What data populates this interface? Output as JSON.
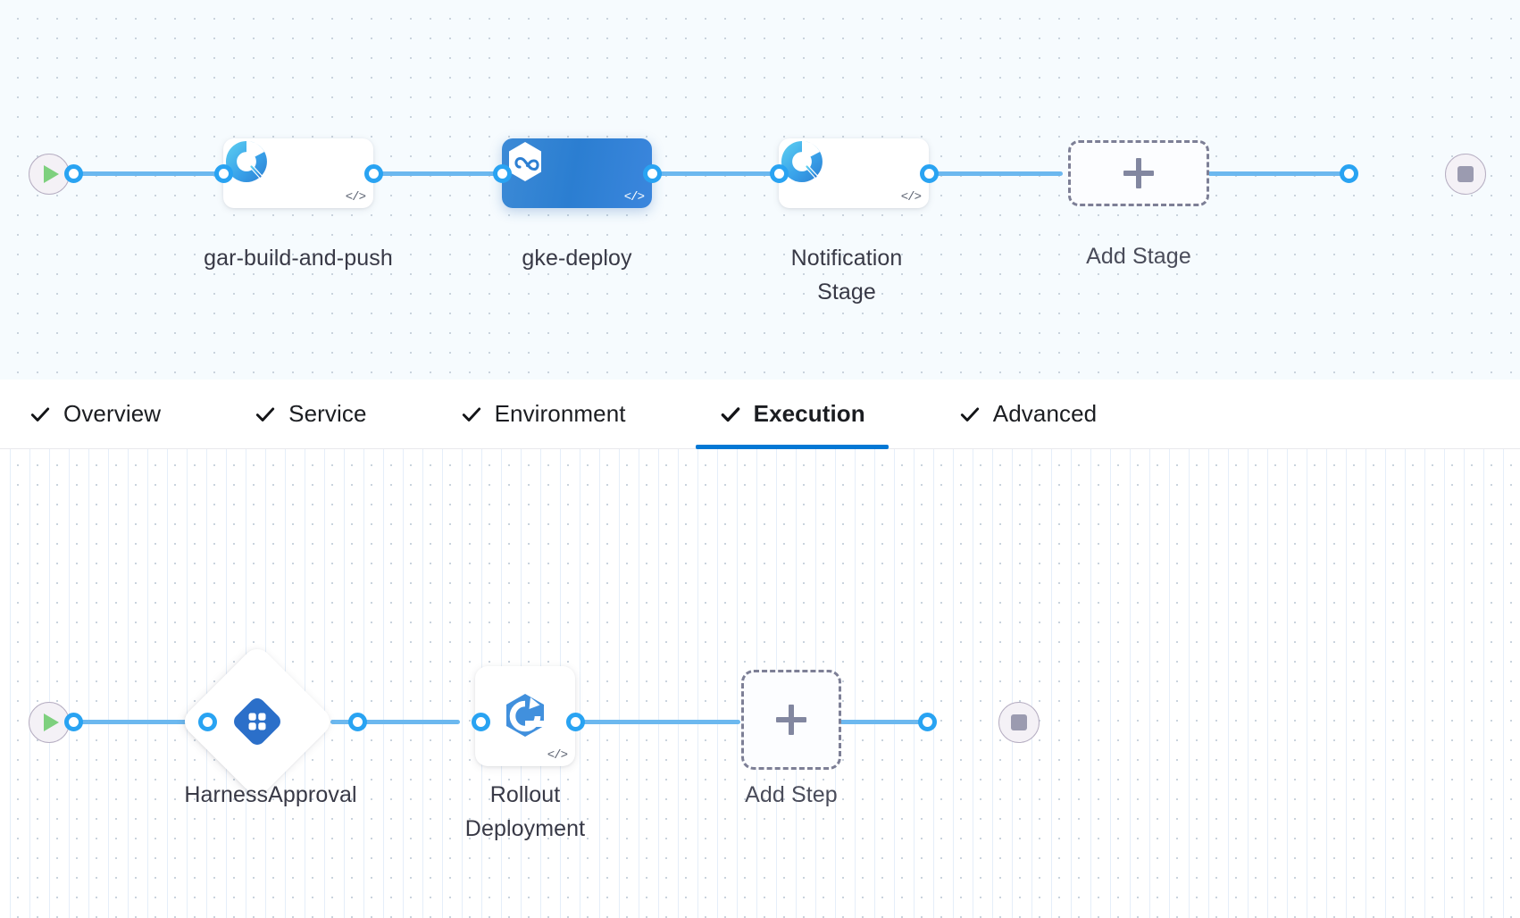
{
  "stage_canvas": {
    "name": "pipeline-stage-graph",
    "start_node": {
      "icon": "play-icon",
      "label": ""
    },
    "end_node": {
      "icon": "stop-icon",
      "label": ""
    },
    "stages": [
      {
        "id": "gar-build-and-push",
        "label": "gar-build-and-push",
        "icon": "harness-ci-build-icon",
        "selected": false,
        "has_code_badge": true
      },
      {
        "id": "gke-deploy",
        "label": "gke-deploy",
        "icon": "harness-cd-hexagon-icon",
        "selected": true,
        "has_code_badge": true
      },
      {
        "id": "notification-stage",
        "label": "Notification Stage",
        "icon": "harness-custom-stage-icon",
        "selected": false,
        "has_code_badge": true
      }
    ],
    "add_stage": {
      "label": "Add Stage",
      "icon": "plus-icon"
    }
  },
  "tab_bar": {
    "name": "stage-config-tabs",
    "tabs": [
      {
        "id": "overview",
        "label": "Overview",
        "icon": "check-icon",
        "complete": true,
        "active": false
      },
      {
        "id": "service",
        "label": "Service",
        "icon": "check-icon",
        "complete": true,
        "active": false
      },
      {
        "id": "environment",
        "label": "Environment",
        "icon": "check-icon",
        "complete": true,
        "active": false
      },
      {
        "id": "execution",
        "label": "Execution",
        "icon": "check-icon",
        "complete": true,
        "active": true
      },
      {
        "id": "advanced",
        "label": "Advanced",
        "icon": "check-icon",
        "complete": true,
        "active": false
      }
    ],
    "active_tab": "Execution",
    "active_underline_color": "#0278d5"
  },
  "step_canvas": {
    "name": "execution-step-graph",
    "start_node": {
      "icon": "play-icon"
    },
    "end_node": {
      "icon": "stop-icon"
    },
    "steps": [
      {
        "id": "harness-approval",
        "label": "HarnessApproval",
        "icon": "harness-approval-icon",
        "shape": "diamond",
        "has_code_badge": false
      },
      {
        "id": "rollout-deployment",
        "label": "Rollout Deployment",
        "icon": "kubernetes-rollout-icon",
        "shape": "square",
        "has_code_badge": true
      }
    ],
    "add_step": {
      "label": "Add Step",
      "icon": "plus-icon"
    }
  },
  "colors": {
    "accent_blue": "#0278d5",
    "connector_blue": "#6cb8ef",
    "dot_blue": "#29a3f2",
    "selected_stage_blue": "#2b7ed1",
    "canvas_top_bg": "#f6fbfe",
    "canvas_bottom_bg": "#ffffff",
    "play_green": "#7ed07e",
    "stop_gray": "#9b9bb0",
    "dashed_border": "#7d7f96",
    "text_primary": "#1b1d21",
    "label_gray": "#383946"
  }
}
